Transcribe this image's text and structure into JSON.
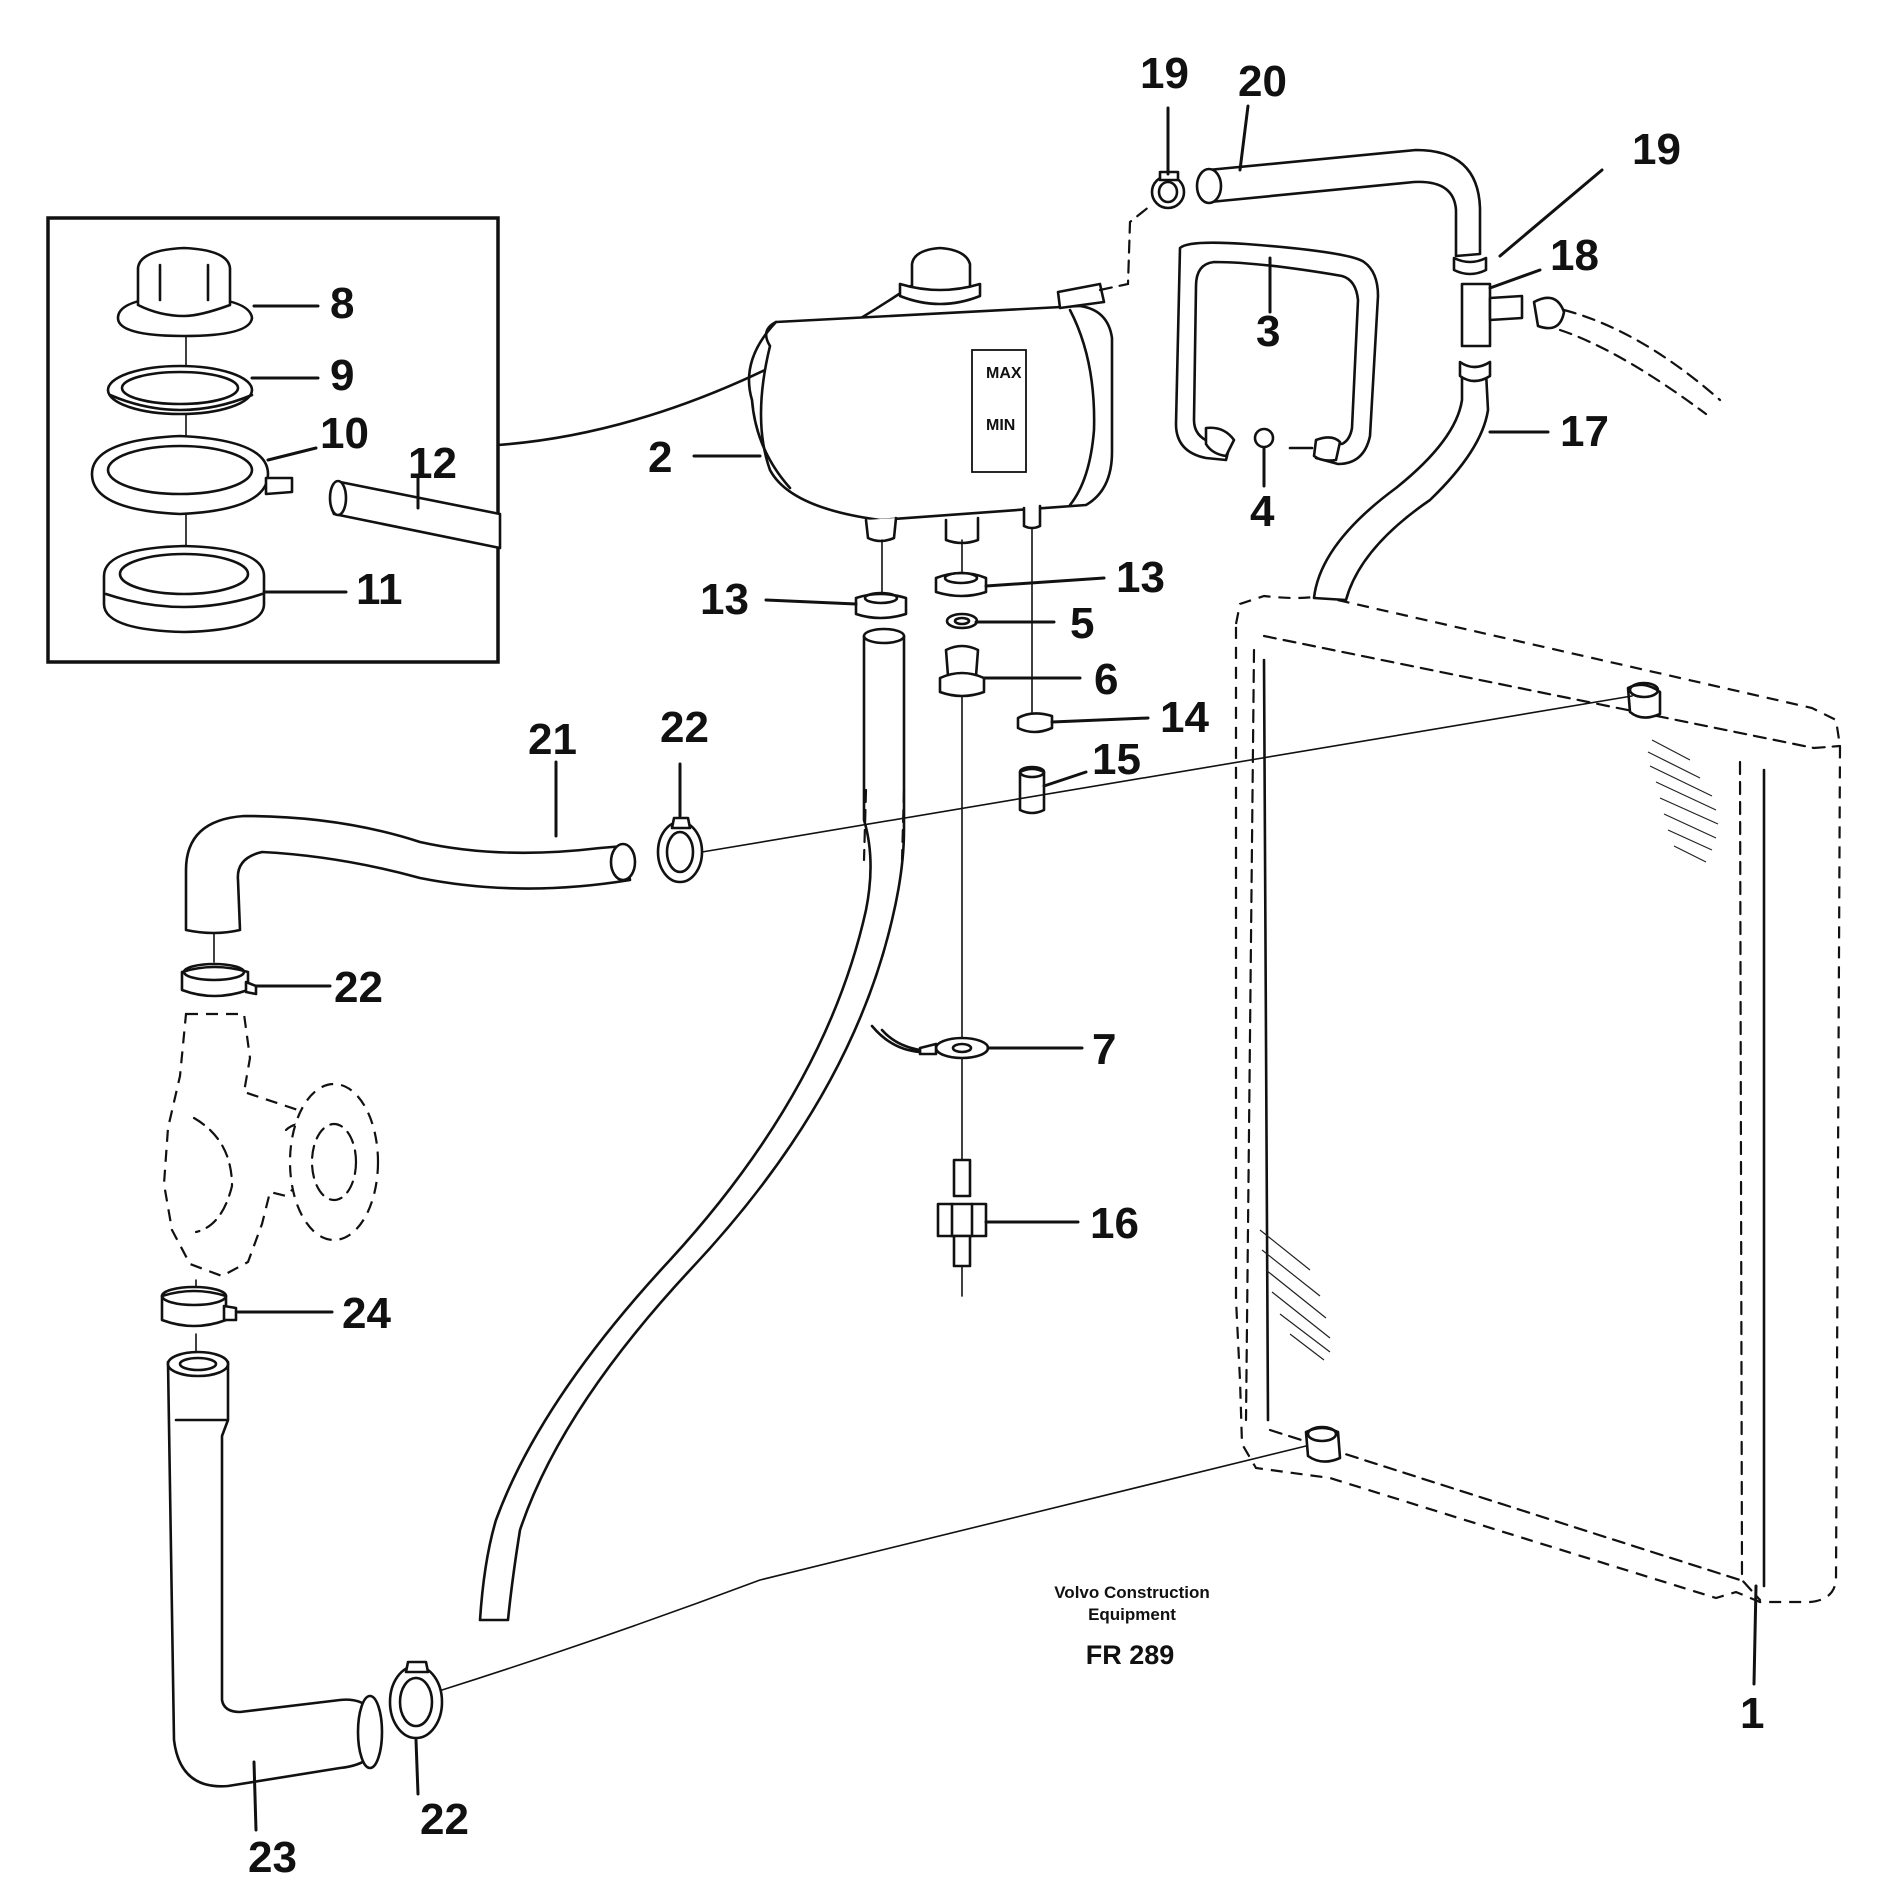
{
  "drawing": {
    "credit_line1": "Volvo Construction",
    "credit_line2": "Equipment",
    "code": "FR 289"
  },
  "labels": {
    "l1": "1",
    "l2": "2",
    "l3": "3",
    "l4": "4",
    "l5": "5",
    "l6": "6",
    "l7": "7",
    "l8": "8",
    "l9": "9",
    "l10": "10",
    "l11": "11",
    "l12": "12",
    "l13a": "13",
    "l13b": "13",
    "l14": "14",
    "l15": "15",
    "l16": "16",
    "l17": "17",
    "l18": "18",
    "l19a": "19",
    "l19b": "19",
    "l20": "20",
    "l21": "21",
    "l22a": "22",
    "l22b": "22",
    "l22c": "22",
    "l23": "23",
    "l24": "24"
  },
  "tank_markings": {
    "max": "MAX",
    "min": "MIN"
  }
}
